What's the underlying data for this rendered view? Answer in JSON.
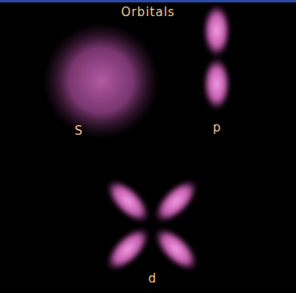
{
  "diagram": {
    "title": "Orbitals",
    "labels": [
      "S",
      "p",
      "d"
    ]
  }
}
